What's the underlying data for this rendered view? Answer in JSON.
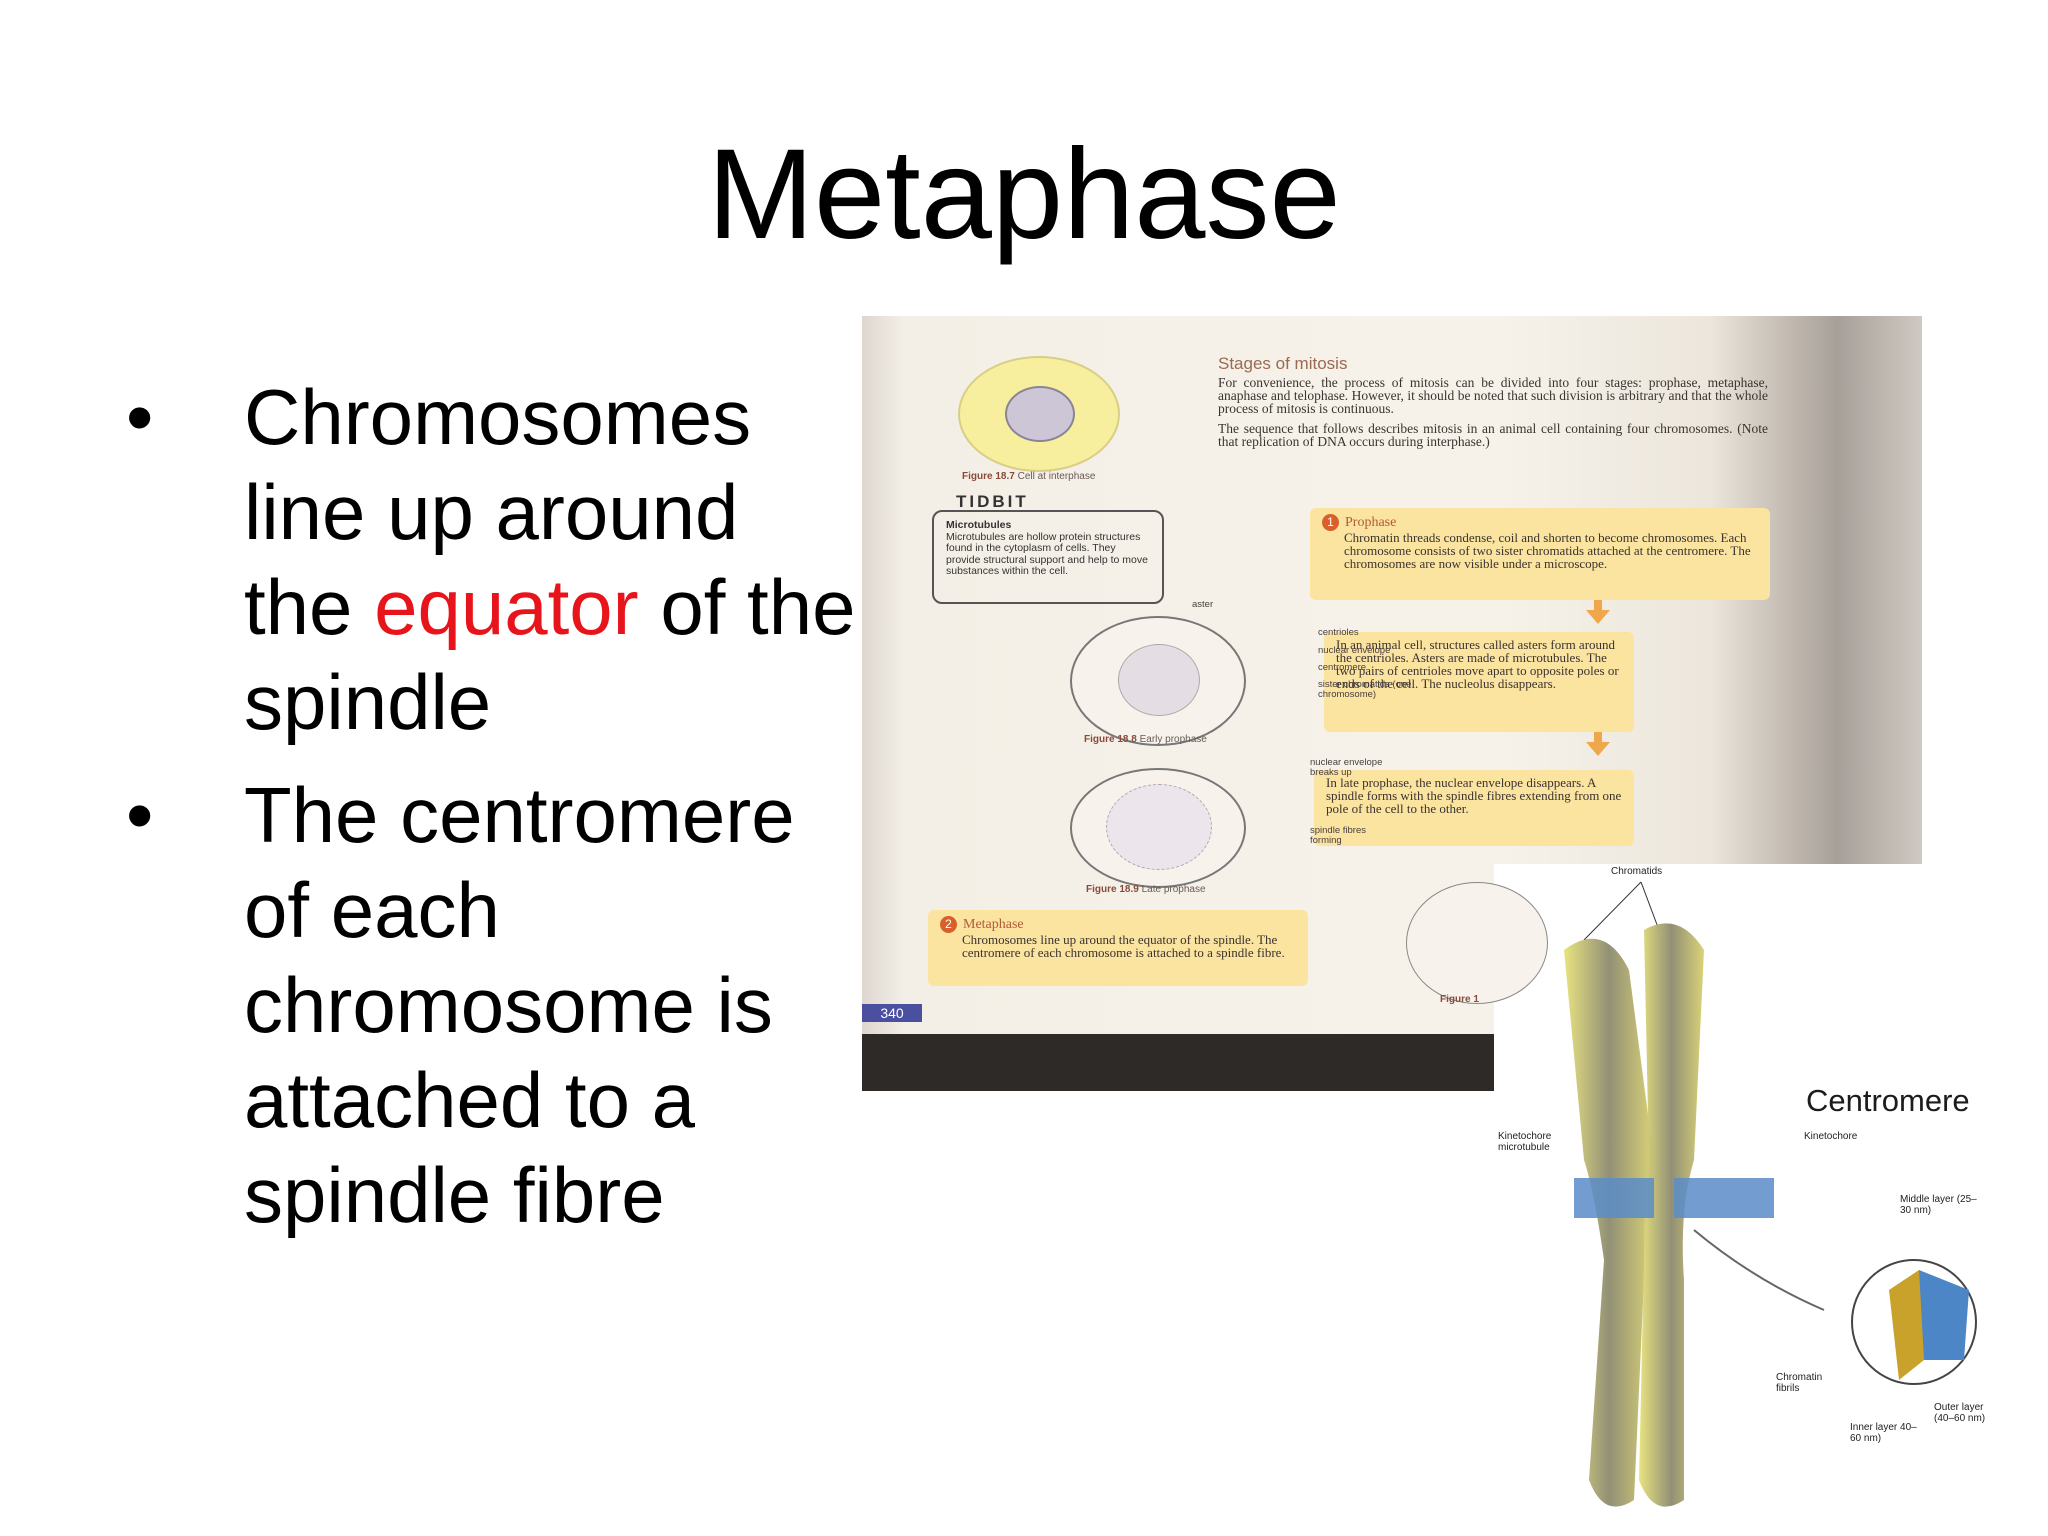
{
  "slide": {
    "title": "Metaphase",
    "bullet_marker": "•",
    "bullets": [
      {
        "pre": "Chromosomes line up around the ",
        "highlight": "equator",
        "post": " of the spindle"
      },
      {
        "pre": "The centromere of each chromosome is attached to a spindle fibre",
        "highlight": "",
        "post": ""
      }
    ],
    "highlight_color": "#e8141b"
  },
  "textbook_scan": {
    "stages_heading": "Stages of mitosis",
    "intro_p1": "For convenience, the process of mitosis can be divided into four stages: prophase, metaphase, anaphase and telophase. However, it should be noted that such division is arbitrary and that the whole process of mitosis is continuous.",
    "intro_p2": "The sequence that follows describes mitosis in an animal cell containing four chromosomes. (Note that replication of DNA occurs during interphase.)",
    "fig_18_7": {
      "num": "Figure 18.7",
      "caption": "Cell at interphase"
    },
    "tidbit": {
      "label": "TIDBIT",
      "title": "Microtubules",
      "body": "Microtubules are hollow protein structures found in the cytoplasm of cells. They provide structural support and help to move substances within the cell."
    },
    "prophase": {
      "number": "1",
      "heading": "Prophase",
      "body": "Chromatin threads condense, coil and shorten to become chromosomes. Each chromosome consists of two sister chromatids attached at the centromere. The chromosomes are now visible under a microscope."
    },
    "asters_box": "In an animal cell, structures called asters form around the centrioles. Asters are made of microtubules. The two pairs of centrioles move apart to opposite poles or ends of the cell. The nucleolus disappears.",
    "late_prophase_box": "In late prophase, the nuclear envelope disappears. A spindle forms with the spindle fibres extending from one pole of the cell to the other.",
    "fig_18_8": {
      "num": "Figure 18.8",
      "caption": "Early prophase",
      "labels": [
        "aster",
        "centrioles",
        "nuclear envelope",
        "centromere",
        "sister chromatids (one chromosome)"
      ]
    },
    "fig_18_9": {
      "num": "Figure 18.9",
      "caption": "Late prophase",
      "labels": [
        "nuclear envelope breaks up",
        "spindle fibres forming"
      ]
    },
    "metaphase": {
      "number": "2",
      "heading": "Metaphase",
      "body": "Chromosomes line up around the equator of the spindle. The centromere of each chromosome is attached to a spindle fibre."
    },
    "figure_partial": "Figure 1",
    "page_number": "340"
  },
  "chromosome_illustration": {
    "chromatids_label": "Chromatids",
    "centromere_label": "Centromere",
    "kinetochore_label": "Kinetochore",
    "kinetochore_microtubule_label": "Kinetochore microtubule",
    "middle_layer_label": "Middle layer (25–30 nm)",
    "outer_layer_label": "Outer layer (40–60 nm)",
    "inner_layer_label": "Inner layer 40–60 nm)",
    "chromatin_fibrils_label": "Chromatin fibrils"
  }
}
